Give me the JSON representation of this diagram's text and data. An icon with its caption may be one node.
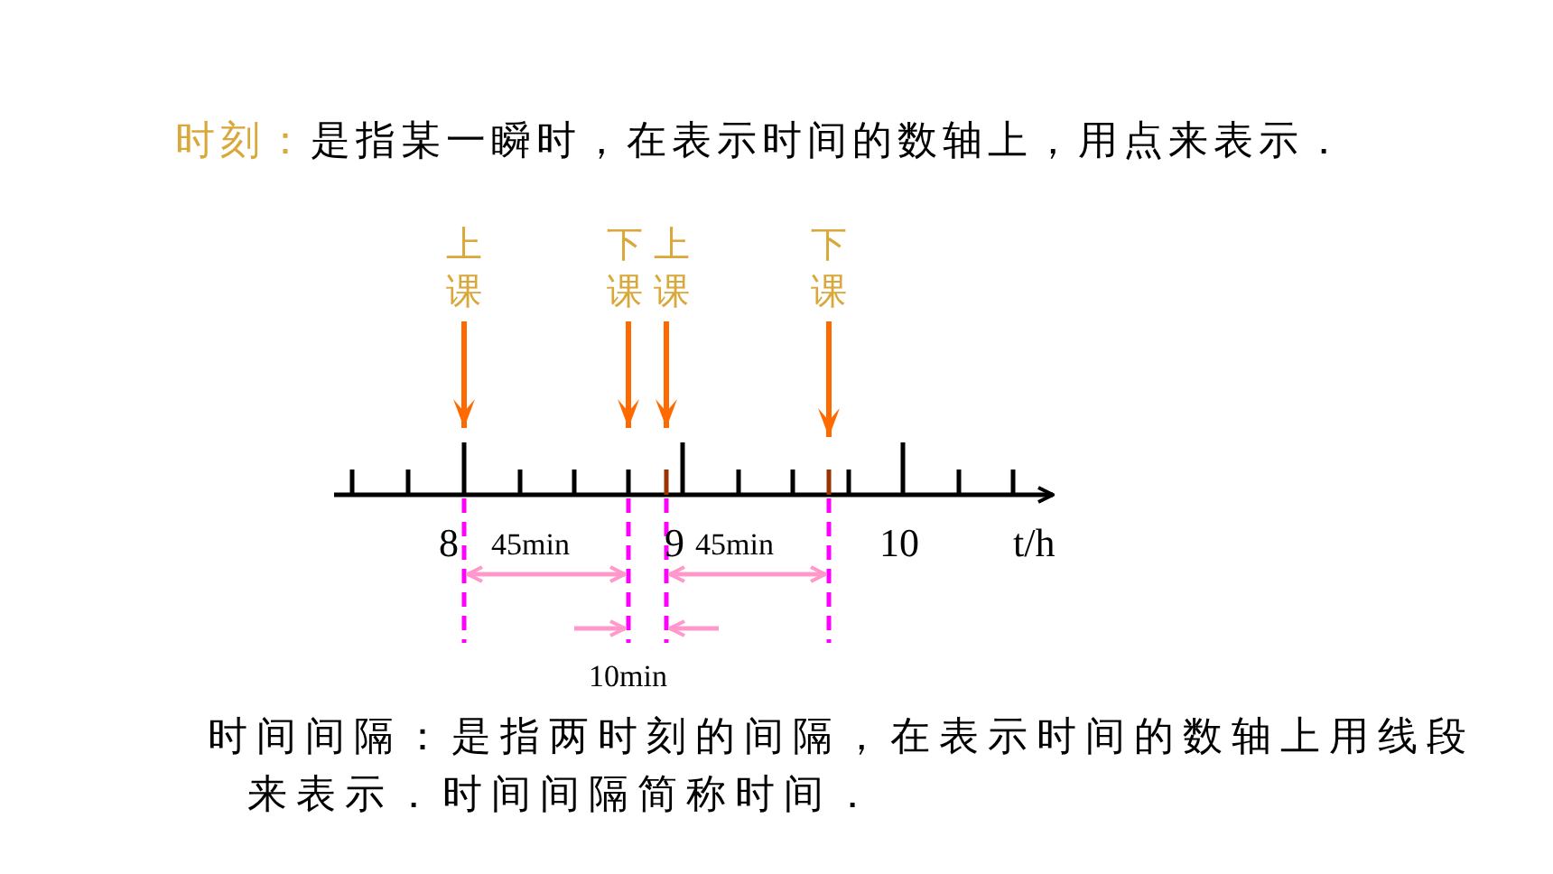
{
  "diagram": {
    "title": "时刻：是指某一瞬时，在表示时间的数轴上，用点来表示．",
    "nodes": [
      {
        "text": [
          "上课"
        ]
      },
      {
        "text": [
          "下课"
        ]
      },
      {
        "text": [
          "上课"
        ]
      },
      {
        "text": [
          "下课"
        ]
      },
      {
        "text": [],
        "shape": "line"
      }
    ],
    "edges": [
      {
        "from": 0,
        "to": 4,
        "arrow": "to"
      },
      {
        "from": 1,
        "to": 4,
        "arrow": "to"
      },
      {
        "from": 2,
        "to": 4,
        "arrow": "to"
      },
      {
        "from": 3,
        "to": 4,
        "arrow": "to"
      }
    ],
    "labels": [
      "8",
      "45min",
      "9",
      "45min",
      "10",
      "t/h",
      "10min"
    ],
    "caption": "时间间隔：是指两时刻的间隔，在表示时间的数轴上用线段来表示．时间间隔简称时间．"
  }
}
